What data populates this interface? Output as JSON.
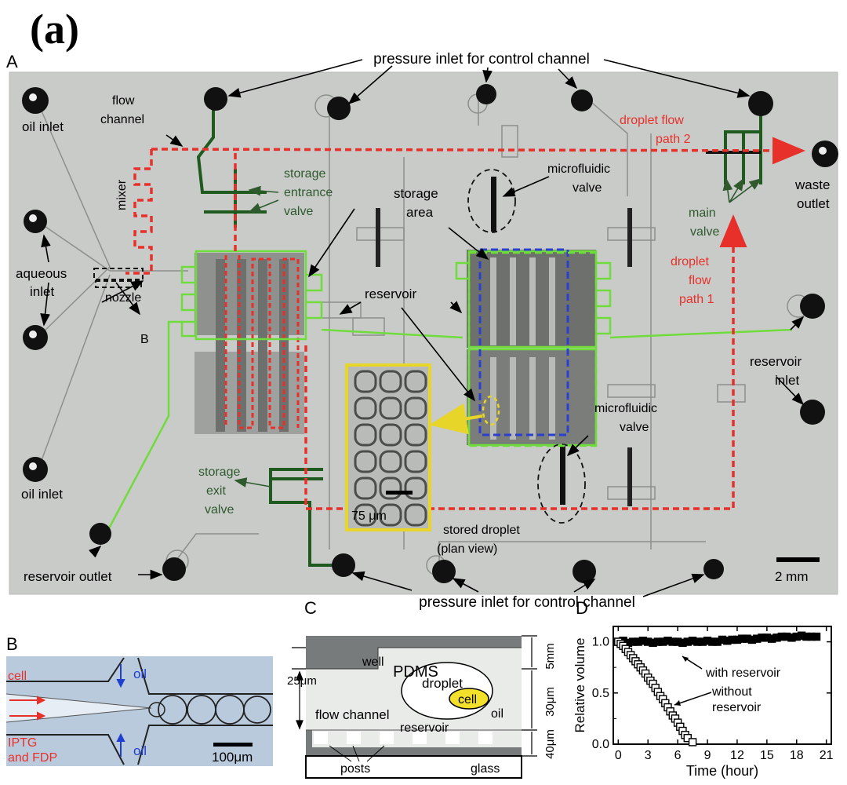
{
  "figure_tag": "(a)",
  "panel_letters": {
    "a": "A",
    "b": "B",
    "c": "C",
    "d": "D"
  },
  "panelA": {
    "pressure_inlet_top": "pressure inlet for control channel",
    "pressure_inlet_bottom": "pressure inlet for control channel",
    "oil_inlet_top": "oil inlet",
    "oil_inlet_bottom": "oil inlet",
    "flow_channel": [
      "flow",
      "channel"
    ],
    "mixer": "mixer",
    "aqueous_inlet": [
      "aqueous",
      "inlet"
    ],
    "nozzle": "nozzle",
    "b_marker": "B",
    "storage_entrance_valve": [
      "storage",
      "entrance",
      "valve"
    ],
    "storage_area": [
      "storage",
      "area"
    ],
    "reservoir": "reservoir",
    "microfluidic_valve_top": [
      "microfluidic",
      "valve"
    ],
    "microfluidic_valve_bottom": [
      "microfluidic",
      "valve"
    ],
    "droplet_flow_path_2": [
      "droplet flow",
      "path 2"
    ],
    "droplet_flow_path_1": [
      "droplet",
      "flow",
      "path 1"
    ],
    "waste_outlet": [
      "waste",
      "outlet"
    ],
    "main_valve": [
      "main",
      "valve"
    ],
    "reservoir_inlet": [
      "reservoir",
      "inlet"
    ],
    "storage_exit_valve": [
      "storage",
      "exit",
      "valve"
    ],
    "inset_scale": "75 μm",
    "stored_droplet": [
      "stored droplet",
      "(plan view)"
    ],
    "reservoir_outlet": "reservoir outlet",
    "scale_bar": "2 mm"
  },
  "panelB": {
    "cell": "cell",
    "oil_top": "oil",
    "oil_bottom": "oil",
    "iptg": [
      "IPTG",
      "and FDP"
    ],
    "scale": "100μm"
  },
  "panelC": {
    "pdms": "PDMS",
    "well": "well",
    "droplet": "droplet",
    "cell": "cell",
    "oil": "oil",
    "flow_channel": "flow channel",
    "reservoir": "reservoir",
    "posts": "posts",
    "glass": "glass",
    "dim_25": "25μm",
    "dim_5mm": "5mm",
    "dim_30": "30μm",
    "dim_40": "40μm"
  },
  "colors": {
    "red_path": "#e8302a",
    "green_control": "#1f5a1f",
    "light_green": "#6fdc3c",
    "blue_box": "#2a3fd0",
    "yellow_box": "#e8d52a",
    "label_green": "#2e5a2e",
    "chip_bg": "#c9cbc9",
    "pdms_gray": "#787b7b"
  },
  "chart_data": {
    "type": "scatter",
    "xlabel": "Time (hour)",
    "ylabel": "Relative volume",
    "xlim": [
      -0.5,
      21.5
    ],
    "ylim": [
      0,
      1.15
    ],
    "xticks": [
      0,
      3,
      6,
      9,
      12,
      15,
      18,
      21
    ],
    "yticks": [
      0.0,
      0.5,
      1.0
    ],
    "ytick_labels": [
      "0.0",
      "0.5",
      "1.0"
    ],
    "annotations": [
      "with reservoir",
      [
        "without",
        "reservoir"
      ]
    ],
    "series": [
      {
        "marker": "filled-square",
        "x": [
          0,
          0.5,
          1,
          1.5,
          2,
          2.5,
          3,
          3.5,
          4,
          4.5,
          5,
          5.5,
          6,
          6.5,
          7,
          7.5,
          8,
          8.5,
          9,
          9.5,
          10,
          10.5,
          11,
          11.5,
          12,
          12.5,
          13,
          13.5,
          14,
          14.5,
          15,
          15.5,
          16,
          16.5,
          17,
          17.5,
          18,
          18.5,
          19,
          19.5,
          20
        ],
        "y": [
          1.0,
          1.01,
          0.99,
          1.0,
          1.0,
          1.01,
          1.0,
          0.99,
          1.0,
          1.0,
          1.01,
          1.0,
          1.0,
          0.99,
          1.0,
          1.01,
          1.0,
          1.0,
          1.01,
          1.0,
          1.0,
          1.02,
          1.01,
          1.02,
          1.02,
          1.03,
          1.03,
          1.02,
          1.03,
          1.04,
          1.04,
          1.03,
          1.04,
          1.05,
          1.05,
          1.04,
          1.05,
          1.06,
          1.05,
          1.05,
          1.05
        ]
      },
      {
        "marker": "open-square",
        "x": [
          0,
          0.25,
          0.5,
          0.75,
          1,
          1.25,
          1.5,
          1.75,
          2,
          2.25,
          2.5,
          2.75,
          3,
          3.25,
          3.5,
          3.75,
          4,
          4.25,
          4.5,
          4.75,
          5,
          5.25,
          5.5,
          5.75,
          6,
          6.25,
          6.5,
          6.75,
          7,
          7.5
        ],
        "y": [
          1.0,
          0.98,
          0.96,
          0.93,
          0.9,
          0.87,
          0.84,
          0.81,
          0.78,
          0.75,
          0.72,
          0.69,
          0.65,
          0.62,
          0.59,
          0.55,
          0.51,
          0.47,
          0.44,
          0.4,
          0.36,
          0.32,
          0.28,
          0.25,
          0.21,
          0.17,
          0.13,
          0.09,
          0.06,
          0.02
        ]
      }
    ]
  }
}
